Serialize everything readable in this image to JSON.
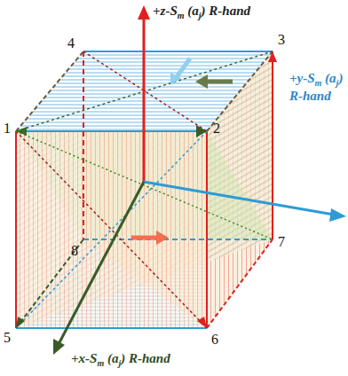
{
  "diagram": {
    "labels": [
      "+z-Sm (aj) R-hand",
      "+y-Sm (aj) R-hand",
      "+x-Sm (aj) R-hand",
      "1",
      "2",
      "3",
      "4",
      "5",
      "6",
      "7",
      "8"
    ]
  }
}
